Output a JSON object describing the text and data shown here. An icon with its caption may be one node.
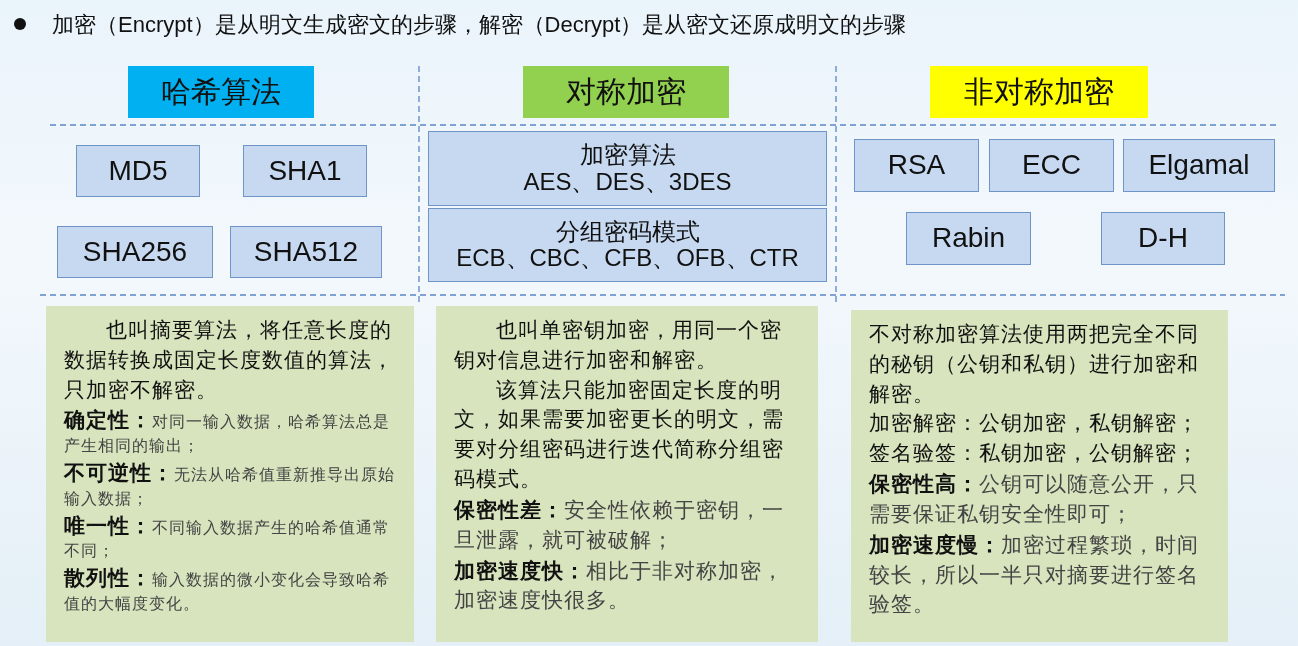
{
  "diagram": {
    "title": "加密（Encrypt）是从明文生成密文的步骤，解密（Decrypt）是从密文还原成明文的步骤",
    "nodes": [
      {
        "text": [
          "哈希算法"
        ]
      },
      {
        "text": [
          "MD5"
        ]
      },
      {
        "text": [
          "SHA1"
        ]
      },
      {
        "text": [
          "SHA256"
        ]
      },
      {
        "text": [
          "SHA512"
        ]
      },
      {
        "text": [
          "也叫摘要算法，将任意长度的数据转换成固定长度数值的算法，只加密不解密。",
          "**确定性：**对同一输入数据，哈希算法总是产生相同的输出；",
          "**不可逆性：**无法从哈希值重新推导出原始输入数据；",
          "**唯一性：**不同输入数据产生的哈希值通常不同；",
          "**散列性：**输入数据的微小变化会导致哈希值的大幅度变化。"
        ]
      },
      {
        "text": [
          "对称加密"
        ]
      },
      {
        "text": [
          "加密算法",
          "AES、DES、3DES"
        ]
      },
      {
        "text": [
          "分组密码模式",
          "ECB、CBC、CFB、OFB、CTR"
        ]
      },
      {
        "text": [
          "也叫单密钥加密，用同一个密钥对信息进行加密和解密。",
          "该算法只能加密固定长度的明文，如果需要加密更长的明文，需要对分组密码进行迭代简称分组密码模式。",
          "**保密性差：**安全性依赖于密钥，一旦泄露，就可被破解；",
          "**加密速度快：**相比于非对称加密，加密速度快很多。"
        ]
      },
      {
        "text": [
          "非对称加密"
        ]
      },
      {
        "text": [
          "RSA"
        ]
      },
      {
        "text": [
          "ECC"
        ]
      },
      {
        "text": [
          "Elgamal"
        ]
      },
      {
        "text": [
          "Rabin"
        ]
      },
      {
        "text": [
          "D-H"
        ]
      },
      {
        "text": [
          "不对称加密算法使用两把完全不同的秘钥（公钥和私钥）进行加密和解密。",
          "加密解密：公钥加密，私钥解密；",
          "签名验签：私钥加密，公钥解密；",
          "**保密性高：**公钥可以随意公开，只需要保证私钥安全性即可；",
          "**加密速度慢：**加密过程繁琐，时间较长，所以一半只对摘要进行签名验签。"
        ]
      }
    ]
  }
}
